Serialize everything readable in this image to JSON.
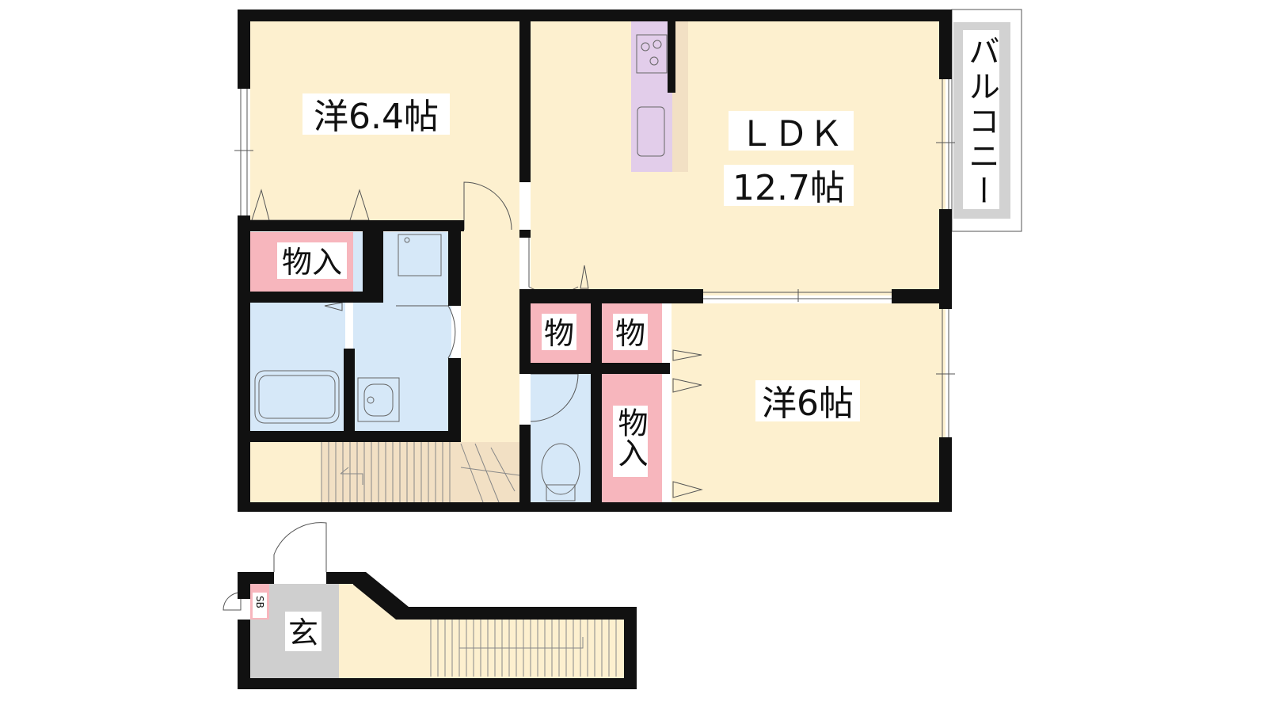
{
  "floor_plan": {
    "rooms": {
      "western_a": {
        "name": "洋6.4帖"
      },
      "ldk": {
        "name": "ＬＤＫ",
        "area": "12.7帖"
      },
      "western_b": {
        "name": "洋6帖"
      },
      "balcony": {
        "name": "バルコニー"
      },
      "closet_a": {
        "name": "物入"
      },
      "closet_b": {
        "name": "物"
      },
      "closet_c": {
        "name": "物"
      },
      "closet_d": {
        "name": "物入"
      },
      "entrance": {
        "name": "玄"
      },
      "shoe_box": {
        "name": "SB"
      }
    },
    "colors": {
      "wall": "#111111",
      "floor": "#fdf0cf",
      "storage": "#f7b6bd",
      "water": "#d6e8f8",
      "kitchen": "#e2cdea",
      "entrance": "#cfcfcf",
      "balcony": "#d2d2d2",
      "stairs": "#f2e0c4"
    }
  }
}
